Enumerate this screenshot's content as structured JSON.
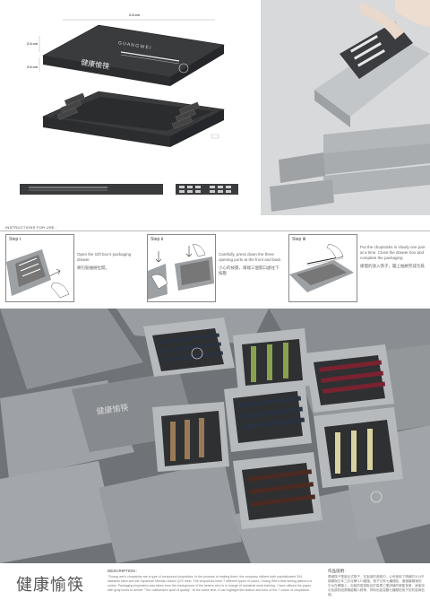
{
  "packaging": {
    "dimensions": {
      "length": "2.8 cm",
      "width": "2.6 cm",
      "height": "2.6 cm"
    },
    "brand_en": "G U A N G   W E I",
    "brand_cn": "健康愉筷"
  },
  "instructions": {
    "title": "INSTRUCTIONS FOR USE :",
    "steps": [
      {
        "label": "Step Ⅰ",
        "text_en": "Open the Gift box's packaging drawer",
        "text_cn": "將包裝抽屜拉開。"
      },
      {
        "label": "Step Ⅱ",
        "text_en": "Carefully, press down the three opening ports at the front and back",
        "text_cn": "小心的按壓，兩端三個開口處往下按壓"
      },
      {
        "label": "Step Ⅲ",
        "text_en": "Put the chopsticks in slowly one pair at a time. Close the drawer box and complete the packaging",
        "text_cn": "緩慢的放入筷子，闔上抽屜完成包裝"
      }
    ]
  },
  "footer": {
    "logo_cn": "健康愉筷",
    "description_title": "DESCRIPTION :",
    "description_text": "\"Guang wei's chopsticks are a type of compound chopsticks. In the process of making them, the company utilized both sophisticated 304 stainless steel and the Japanese Mimitsu-Kasen Q70 resin. The chopsticks have 7 different types of colors. Guang Wei's best selling platform is online. Packaging inspiration was taken from the background of the lantern who is in charge of industrial meal training. I have utilized the paper with gray tones to deliver \"The craftsman's spirit of quality\". At the same time, it can highlight the texture and tone of the 7 colors of chopsticks.",
    "cn_title": "作品說明 :",
    "cn_text": "廣威筷子是複合式筷子，在製造的過程中，公司使用了精緻的304不銹鋼與日本三井化學Q70樹脂，筷子共有七種顏色，廣威最暢銷的平台在網路上，包裝的靈感取自於負責工業訓練的燈籠背景，我使用灰色調的紙張傳遞職人精神，同時也能突顯七種顏色筷子的質感與色調。"
  },
  "colors": {
    "box_dark": "#3a3b3d",
    "box_gray": "#c9cbcd",
    "photo_bg": "#6f7377",
    "stick_navy": "#2a3240",
    "stick_green": "#8aa24e",
    "stick_red": "#7a2230",
    "stick_bronze": "#9a7a55",
    "stick_cream": "#d8d2a0",
    "stick_brown": "#4a2a22"
  }
}
